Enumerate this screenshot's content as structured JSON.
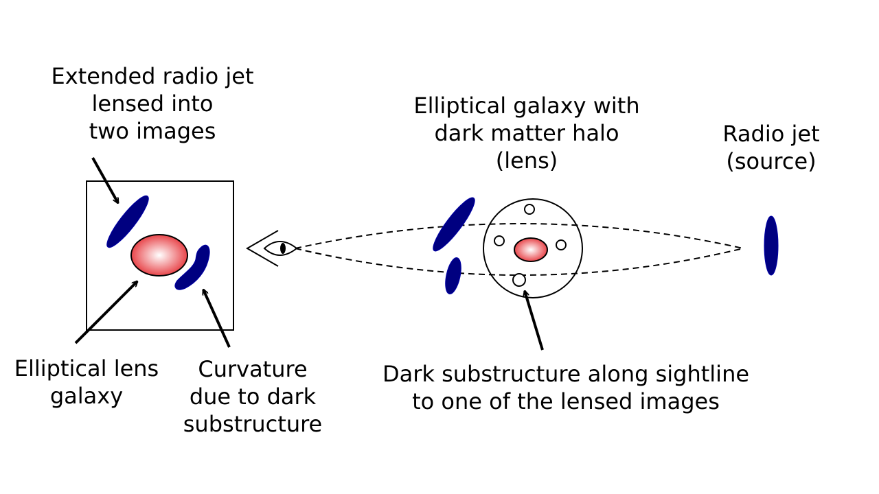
{
  "labels": {
    "extended_jet": "Extended radio jet\nlensed into\ntwo images",
    "lens_galaxy_halo": "Elliptical galaxy with\ndark matter halo\n(lens)",
    "radio_jet_source": "Radio jet\n(source)",
    "elliptical_lens": "Elliptical lens\ngalaxy",
    "curvature": "Curvature\ndue to dark\nsubstructure",
    "dark_substructure": "Dark substructure along sightline\nto one of the lensed images"
  },
  "colors": {
    "jet": "#000080",
    "galaxy_center": "#ffffff",
    "galaxy_edge": "#e8454a",
    "line": "#000000"
  }
}
